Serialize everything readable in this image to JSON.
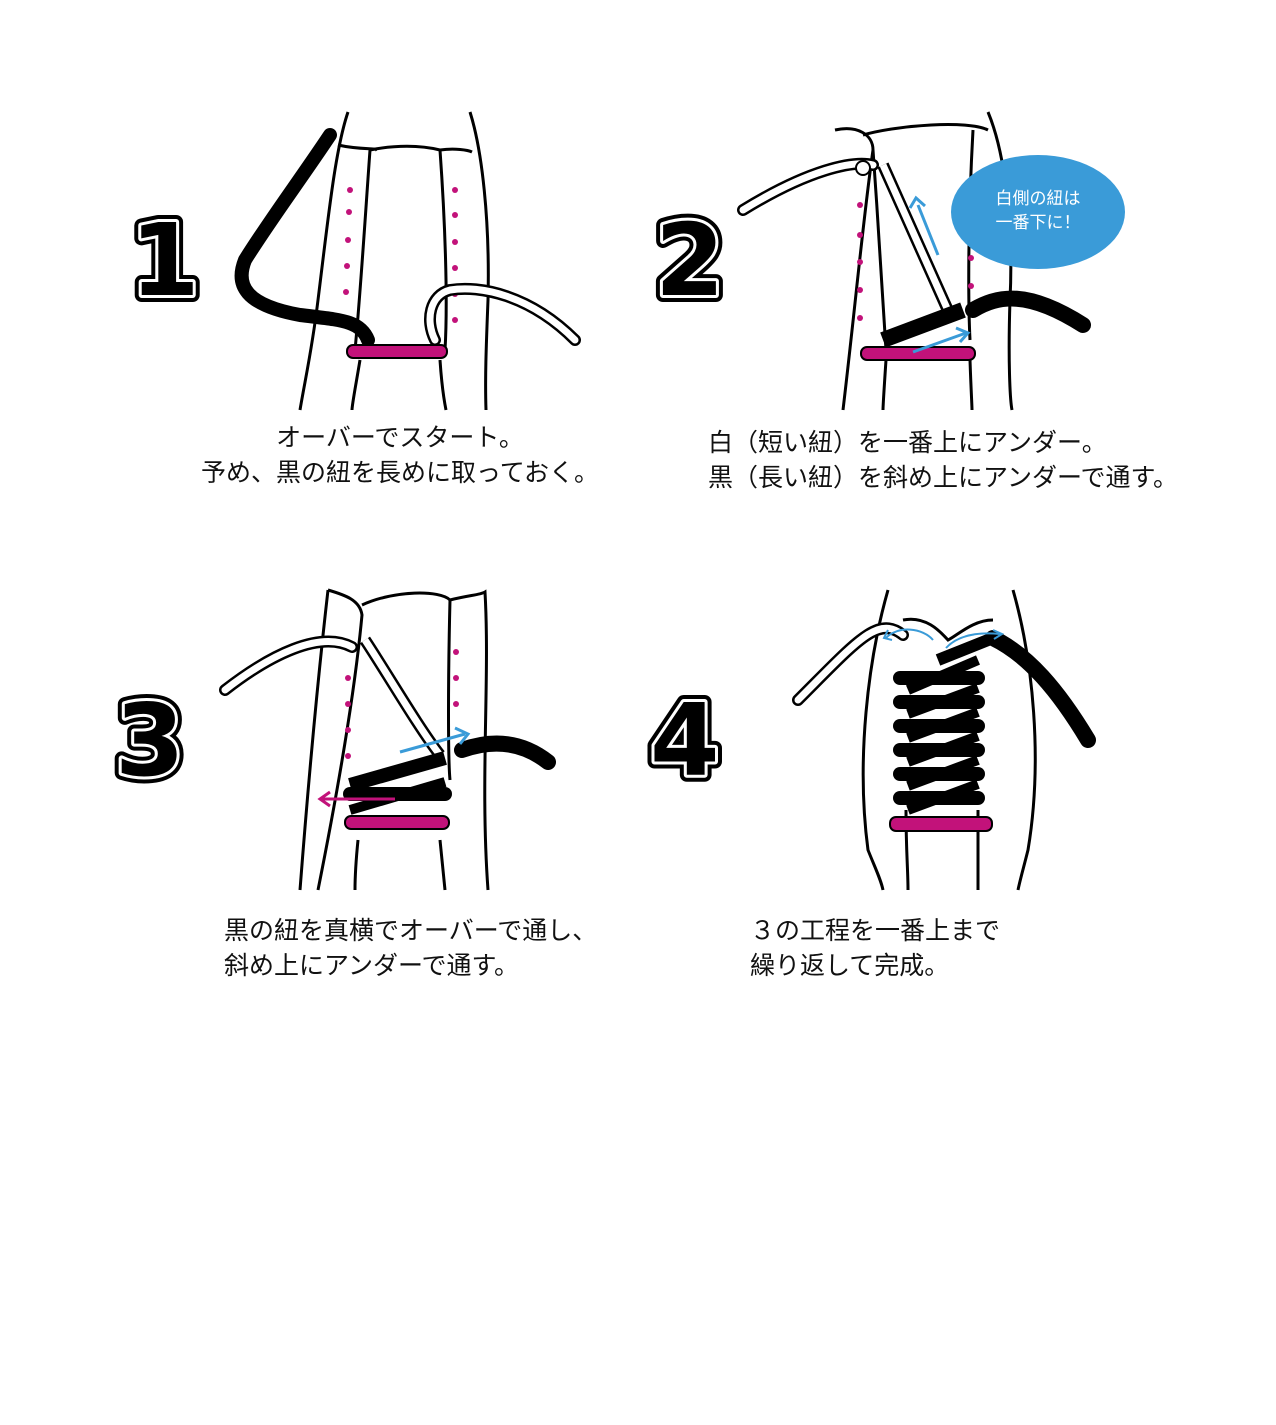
{
  "steps": [
    {
      "number": "1",
      "caption": [
        "オーバーでスタート。",
        "予め、黒の紐を長めに取っておく。"
      ]
    },
    {
      "number": "2",
      "caption": [
        "白（短い紐）を一番上にアンダー。",
        "黒（長い紐）を斜め上にアンダーで通す。"
      ],
      "bubble": [
        "白側の紐は",
        "一番下に！"
      ]
    },
    {
      "number": "3",
      "caption": [
        "黒の紐を真横でオーバーで通し、",
        "斜め上にアンダーで通す。"
      ]
    },
    {
      "number": "4",
      "caption": [
        "３の工程を一番上まで",
        "繰り返して完成。"
      ]
    }
  ],
  "colors": {
    "eyelet_bar": "#c2127a",
    "arrow_blue": "#3a9bd8",
    "arrow_magenta": "#c2127a",
    "bubble": "#3a9bd8",
    "lace_black": "#000000"
  }
}
